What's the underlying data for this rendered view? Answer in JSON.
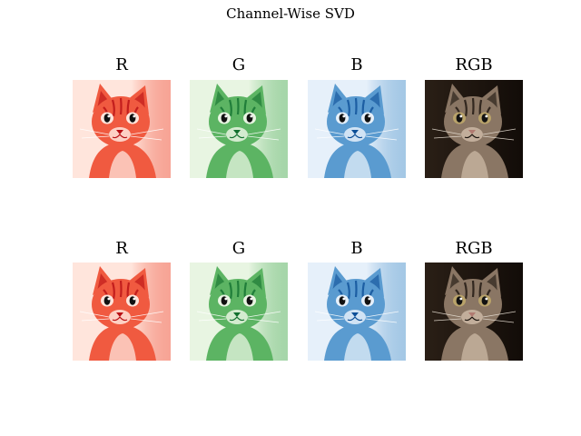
{
  "chart_data": {
    "type": "image_grid",
    "title": "Channel-Wise SVD",
    "rows": [
      {
        "panels": [
          {
            "title": "R",
            "channel": "red",
            "colors": {
              "light": "#ffe5dc",
              "mid": "#f05a40",
              "dark": "#b80f14"
            }
          },
          {
            "title": "G",
            "channel": "green",
            "colors": {
              "light": "#e8f5e2",
              "mid": "#5cb463",
              "dark": "#12702f"
            }
          },
          {
            "title": "B",
            "channel": "blue",
            "colors": {
              "light": "#e6f0fa",
              "mid": "#5a9bd0",
              "dark": "#0d4f97"
            }
          },
          {
            "title": "RGB",
            "channel": "rgb",
            "colors": {
              "light": "#c7b4a0",
              "mid": "#7a6655",
              "dark": "#1b140e"
            }
          }
        ]
      },
      {
        "panels": [
          {
            "title": "R",
            "channel": "red",
            "colors": {
              "light": "#ffe5dc",
              "mid": "#f05a40",
              "dark": "#b80f14"
            }
          },
          {
            "title": "G",
            "channel": "green",
            "colors": {
              "light": "#e8f5e2",
              "mid": "#5cb463",
              "dark": "#12702f"
            }
          },
          {
            "title": "B",
            "channel": "blue",
            "colors": {
              "light": "#e6f0fa",
              "mid": "#5a9bd0",
              "dark": "#0d4f97"
            }
          },
          {
            "title": "RGB",
            "channel": "rgb",
            "colors": {
              "light": "#c7b4a0",
              "mid": "#7a6655",
              "dark": "#1b140e"
            }
          }
        ]
      }
    ],
    "subject": "cat portrait"
  }
}
